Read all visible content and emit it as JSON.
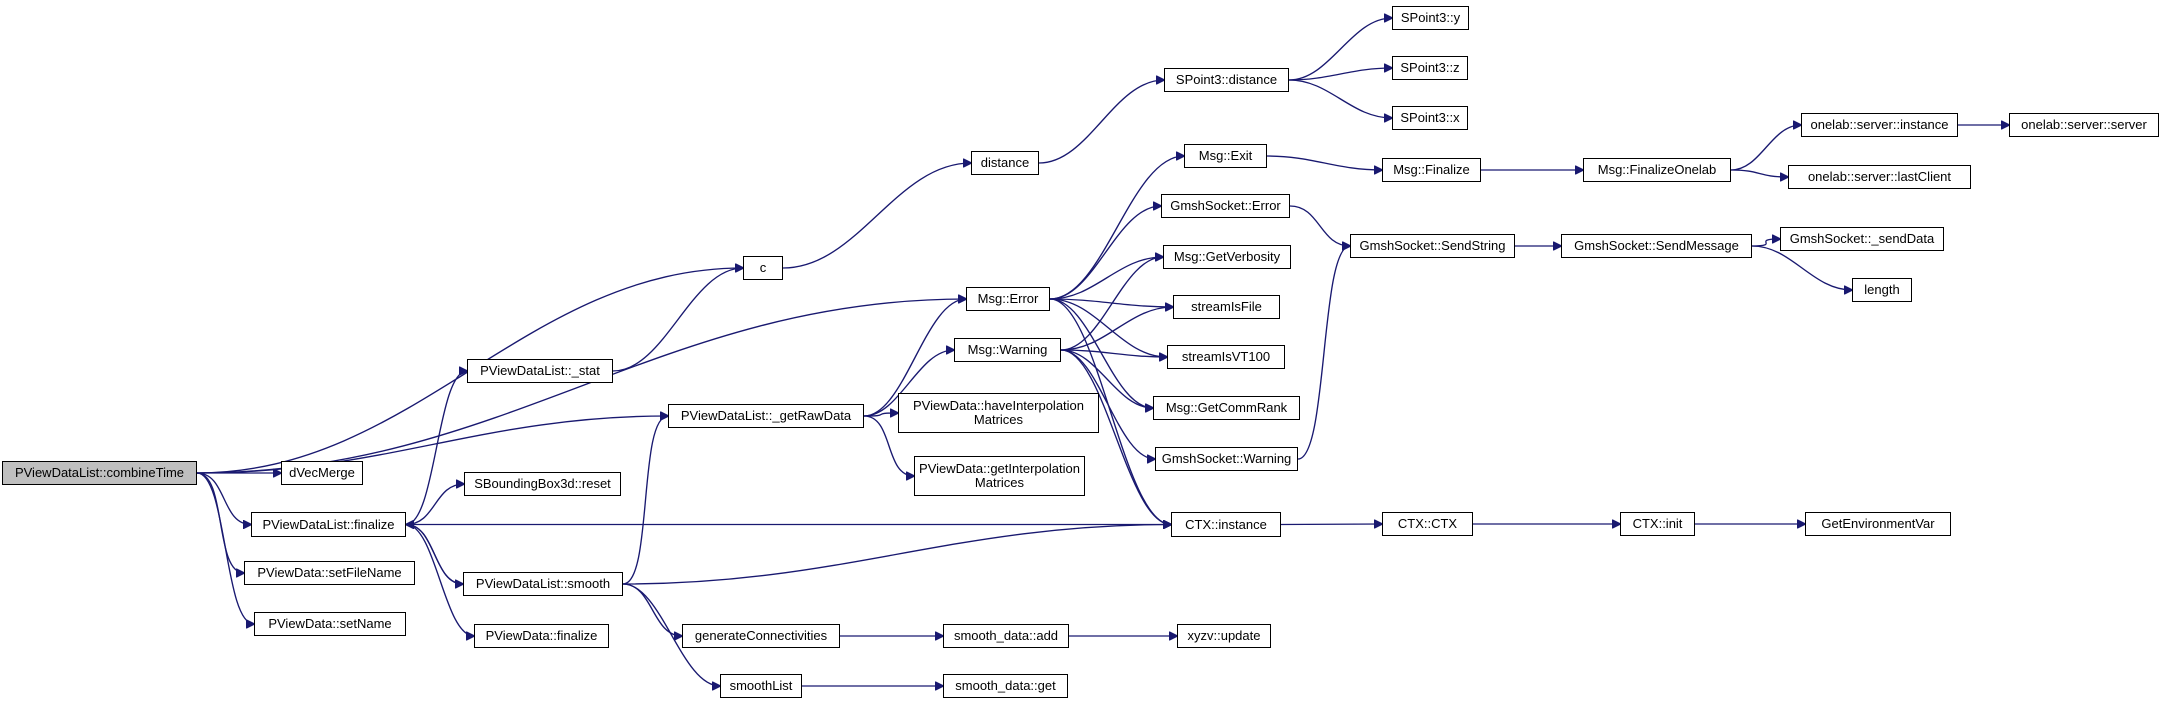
{
  "diagram": {
    "colors": {
      "edge": "#191970",
      "root_fill": "#bfbfbf",
      "node_fill": "#ffffff",
      "node_border": "#000000"
    },
    "nodes": [
      {
        "id": "root",
        "label": "PViewDataList::combineTime",
        "root": true
      },
      {
        "id": "c",
        "label": "c"
      },
      {
        "id": "msgError",
        "label": "Msg::Error"
      },
      {
        "id": "getRawData",
        "label": "PViewDataList::_getRawData"
      },
      {
        "id": "dVecMerge",
        "label": "dVecMerge"
      },
      {
        "id": "finalize",
        "label": "PViewDataList::finalize"
      },
      {
        "id": "setFileName",
        "label": "PViewData::setFileName"
      },
      {
        "id": "setName",
        "label": "PViewData::setName"
      },
      {
        "id": "stat",
        "label": "PViewDataList::_stat"
      },
      {
        "id": "sbbReset",
        "label": "SBoundingBox3d::reset"
      },
      {
        "id": "smooth",
        "label": "PViewDataList::smooth"
      },
      {
        "id": "pvdFinalize",
        "label": "PViewData::finalize"
      },
      {
        "id": "distance",
        "label": "distance"
      },
      {
        "id": "msgWarning",
        "label": "Msg::Warning"
      },
      {
        "id": "haveInterp",
        "label": "PViewData::haveInterpolation\nMatrices"
      },
      {
        "id": "getInterp",
        "label": "PViewData::getInterpolation\nMatrices"
      },
      {
        "id": "genConn",
        "label": "generateConnectivities"
      },
      {
        "id": "smoothList",
        "label": "smoothList"
      },
      {
        "id": "sp3distance",
        "label": "SPoint3::distance"
      },
      {
        "id": "msgExit",
        "label": "Msg::Exit"
      },
      {
        "id": "gsError",
        "label": "GmshSocket::Error"
      },
      {
        "id": "msgVerbosity",
        "label": "Msg::GetVerbosity"
      },
      {
        "id": "streamIsFile",
        "label": "streamIsFile"
      },
      {
        "id": "streamIsVT100",
        "label": "streamIsVT100"
      },
      {
        "id": "msgCommRank",
        "label": "Msg::GetCommRank"
      },
      {
        "id": "gsWarning",
        "label": "GmshSocket::Warning"
      },
      {
        "id": "ctxInstance",
        "label": "CTX::instance"
      },
      {
        "id": "sdAdd",
        "label": "smooth_data::add"
      },
      {
        "id": "sdGet",
        "label": "smooth_data::get"
      },
      {
        "id": "sp3y",
        "label": "SPoint3::y"
      },
      {
        "id": "sp3z",
        "label": "SPoint3::z"
      },
      {
        "id": "sp3x",
        "label": "SPoint3::x"
      },
      {
        "id": "msgFinalize",
        "label": "Msg::Finalize"
      },
      {
        "id": "gsSendString",
        "label": "GmshSocket::SendString"
      },
      {
        "id": "ctxCtx",
        "label": "CTX::CTX"
      },
      {
        "id": "xyzvUpdate",
        "label": "xyzv::update"
      },
      {
        "id": "finalizeOnelab",
        "label": "Msg::FinalizeOnelab"
      },
      {
        "id": "gsSendMessage",
        "label": "GmshSocket::SendMessage"
      },
      {
        "id": "ctxInit",
        "label": "CTX::init"
      },
      {
        "id": "olServerInstance",
        "label": "onelab::server::instance"
      },
      {
        "id": "olLastClient",
        "label": "onelab::server::lastClient"
      },
      {
        "id": "gsSendData",
        "label": "GmshSocket::_sendData"
      },
      {
        "id": "length",
        "label": "length"
      },
      {
        "id": "getEnvVar",
        "label": "GetEnvironmentVar"
      },
      {
        "id": "olServerServer",
        "label": "onelab::server::server"
      }
    ],
    "edges": [
      [
        "root",
        "c"
      ],
      [
        "root",
        "msgError"
      ],
      [
        "root",
        "getRawData"
      ],
      [
        "root",
        "dVecMerge"
      ],
      [
        "root",
        "finalize"
      ],
      [
        "root",
        "setFileName"
      ],
      [
        "root",
        "setName"
      ],
      [
        "finalize",
        "stat"
      ],
      [
        "finalize",
        "sbbReset"
      ],
      [
        "finalize",
        "smooth"
      ],
      [
        "finalize",
        "pvdFinalize"
      ],
      [
        "finalize",
        "ctxInstance"
      ],
      [
        "stat",
        "c"
      ],
      [
        "c",
        "distance"
      ],
      [
        "distance",
        "sp3distance"
      ],
      [
        "sp3distance",
        "sp3y"
      ],
      [
        "sp3distance",
        "sp3z"
      ],
      [
        "sp3distance",
        "sp3x"
      ],
      [
        "getRawData",
        "msgError"
      ],
      [
        "getRawData",
        "msgWarning"
      ],
      [
        "getRawData",
        "haveInterp"
      ],
      [
        "getRawData",
        "getInterp"
      ],
      [
        "smooth",
        "getRawData"
      ],
      [
        "smooth",
        "finalize"
      ],
      [
        "smooth",
        "ctxInstance"
      ],
      [
        "smooth",
        "genConn"
      ],
      [
        "smooth",
        "smoothList"
      ],
      [
        "genConn",
        "sdAdd"
      ],
      [
        "sdAdd",
        "xyzvUpdate"
      ],
      [
        "smoothList",
        "sdGet"
      ],
      [
        "msgError",
        "msgExit"
      ],
      [
        "msgError",
        "gsError"
      ],
      [
        "msgError",
        "msgVerbosity"
      ],
      [
        "msgError",
        "streamIsFile"
      ],
      [
        "msgError",
        "streamIsVT100"
      ],
      [
        "msgError",
        "msgCommRank"
      ],
      [
        "msgError",
        "ctxInstance"
      ],
      [
        "msgWarning",
        "msgVerbosity"
      ],
      [
        "msgWarning",
        "streamIsFile"
      ],
      [
        "msgWarning",
        "streamIsVT100"
      ],
      [
        "msgWarning",
        "msgCommRank"
      ],
      [
        "msgWarning",
        "gsWarning"
      ],
      [
        "msgWarning",
        "ctxInstance"
      ],
      [
        "msgExit",
        "msgFinalize"
      ],
      [
        "msgFinalize",
        "finalizeOnelab"
      ],
      [
        "finalizeOnelab",
        "olServerInstance"
      ],
      [
        "finalizeOnelab",
        "olLastClient"
      ],
      [
        "olServerInstance",
        "olServerServer"
      ],
      [
        "gsError",
        "gsSendString"
      ],
      [
        "gsWarning",
        "gsSendString"
      ],
      [
        "gsSendString",
        "gsSendMessage"
      ],
      [
        "gsSendMessage",
        "gsSendData"
      ],
      [
        "gsSendMessage",
        "length"
      ],
      [
        "ctxInstance",
        "ctxCtx"
      ],
      [
        "ctxCtx",
        "ctxInit"
      ],
      [
        "ctxInit",
        "getEnvVar"
      ]
    ]
  }
}
